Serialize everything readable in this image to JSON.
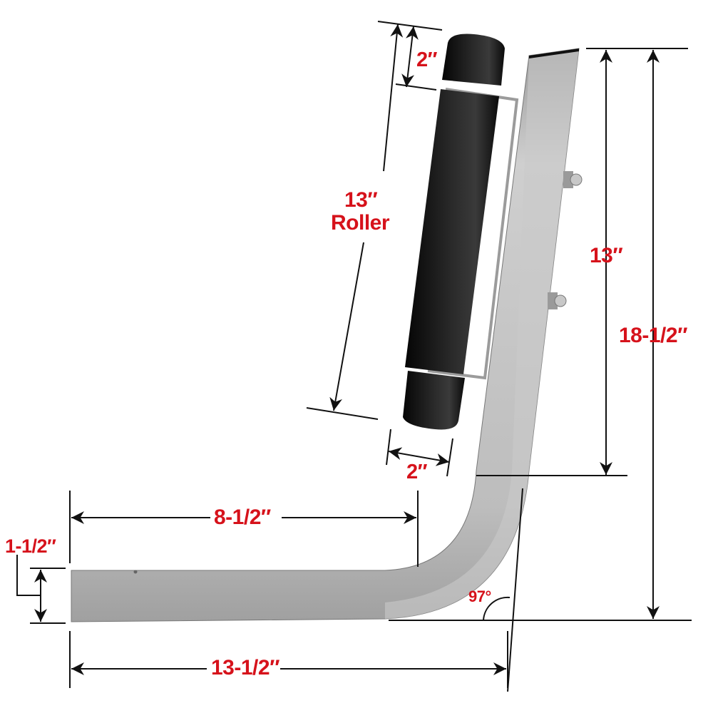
{
  "diagram": {
    "subject": "Roller bracket with square tube arm",
    "label_color": "#d6121b",
    "line_color": "#111111",
    "tube_color": "#b9b9b9",
    "roller_color": "#111111"
  },
  "dimensions": {
    "roller_end_cap": "2″",
    "roller_length": "13″",
    "roller_word": "Roller",
    "roller_diameter": "2″",
    "upright_height": "13″",
    "overall_height": "18-1/2″",
    "arm_straight_length": "8-1/2″",
    "tube_size": "1-1/2″",
    "angle": "97°",
    "overall_length": "13-1/2″"
  }
}
